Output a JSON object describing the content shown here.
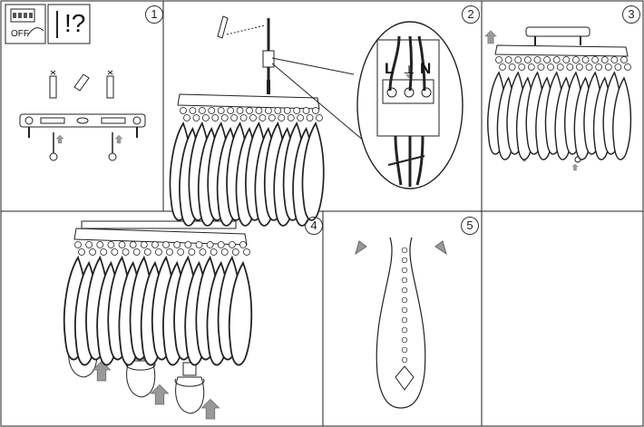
{
  "panels": [
    {
      "step": "1"
    },
    {
      "step": "2"
    },
    {
      "step": "3"
    },
    {
      "step": "4"
    },
    {
      "step": "5"
    }
  ],
  "icons": {
    "switch_label": "OFF",
    "tools_label": "!?"
  },
  "terminal_block": {
    "live": "L",
    "neutral": "N"
  }
}
